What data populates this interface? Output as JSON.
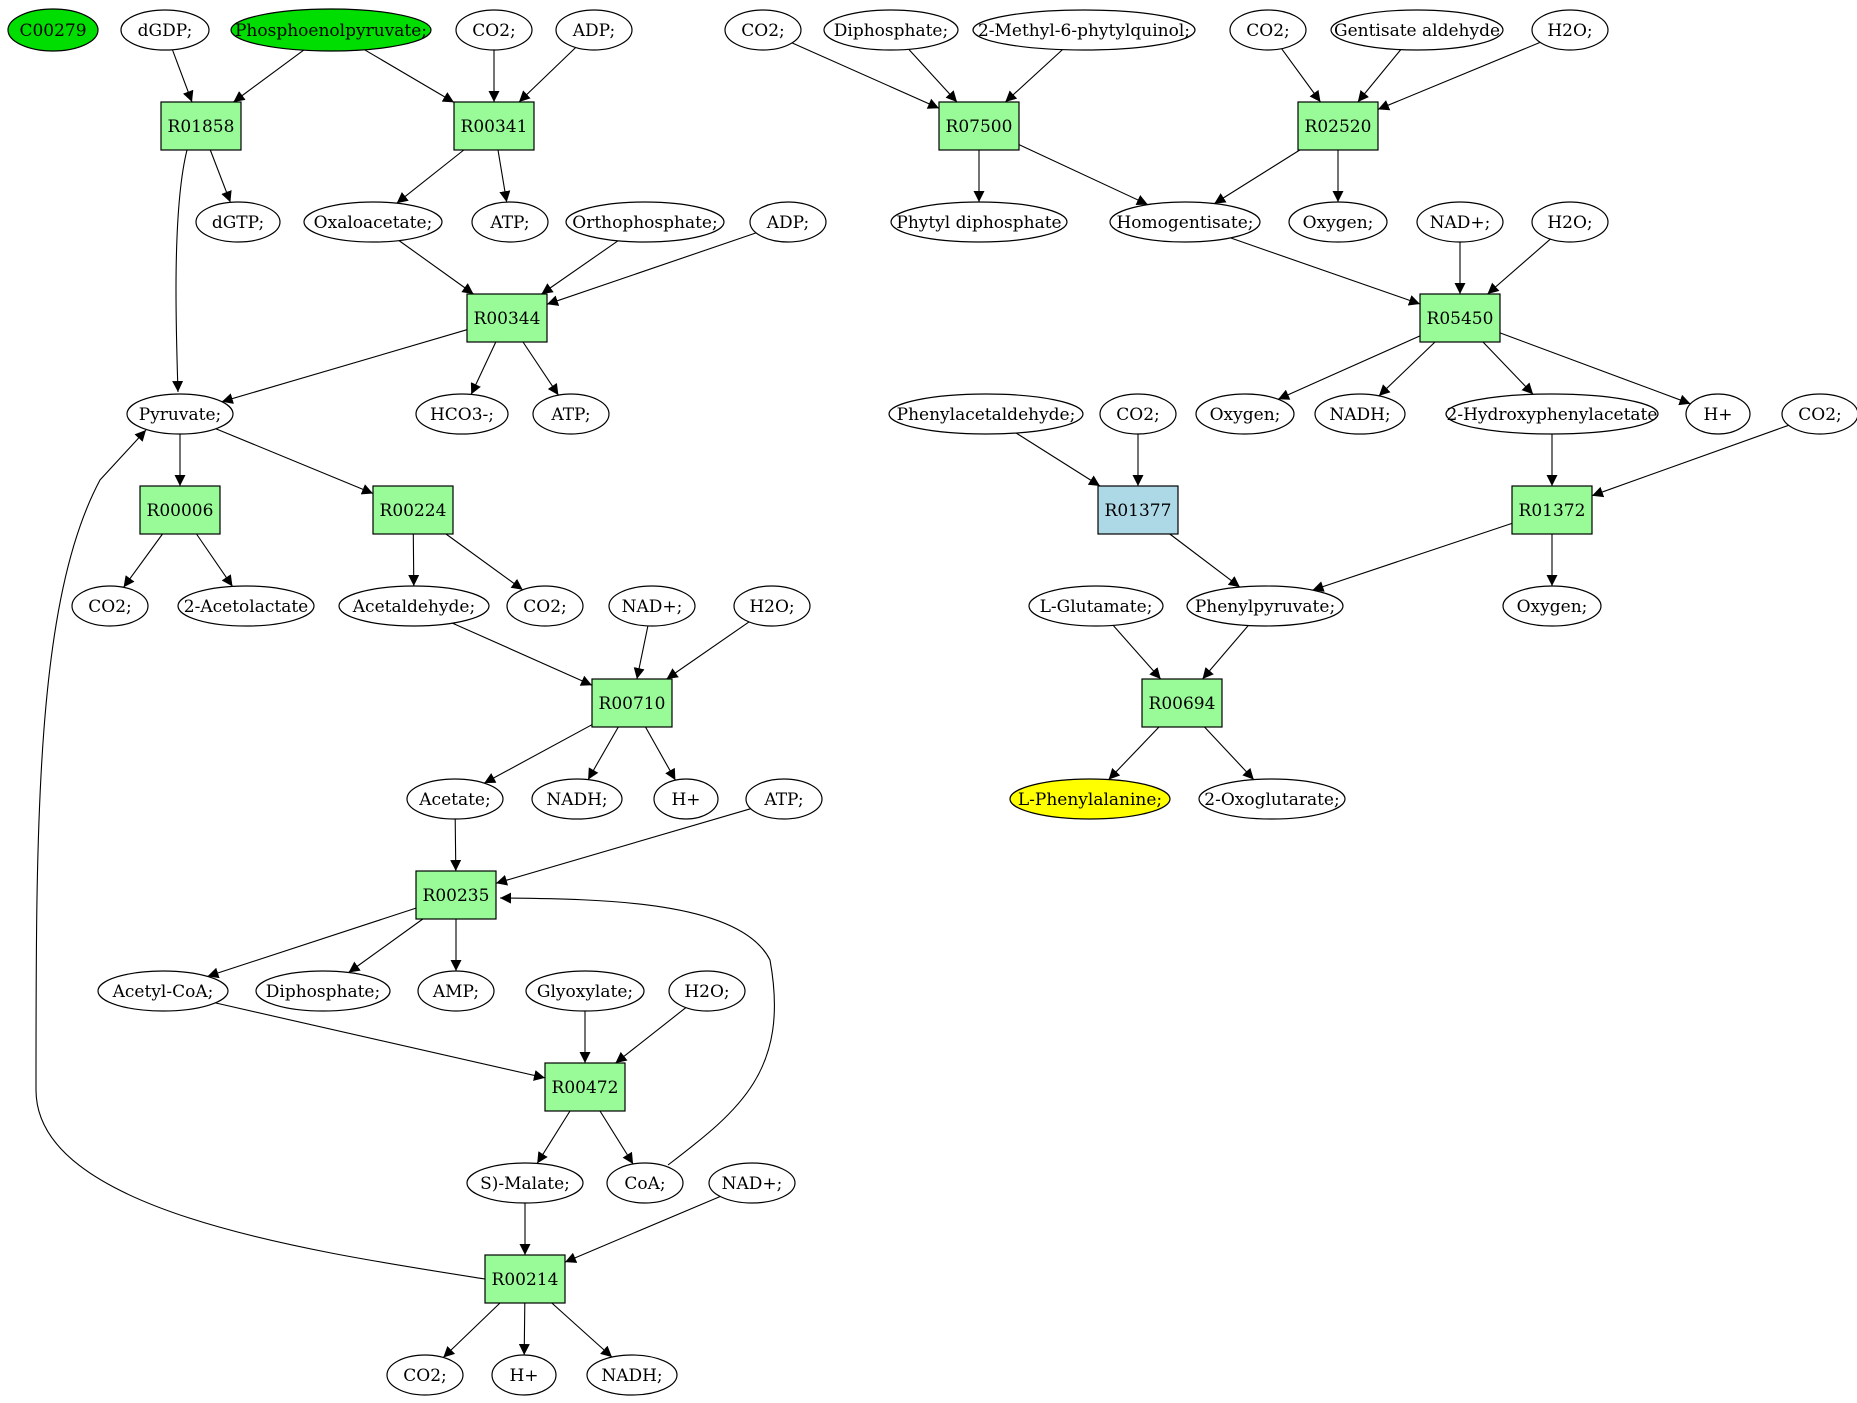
{
  "colors": {
    "reaction": "#98fb98",
    "reaction_highlight": "#add8e6",
    "compound": "#ffffff",
    "compound_start": "#00dd00",
    "compound_target": "#ffff00",
    "stroke": "#000000",
    "background": "#ffffff"
  },
  "nodes": [
    {
      "id": "c00279",
      "label": "C00279",
      "shape": "ellipse",
      "role": "start"
    },
    {
      "id": "dgdp",
      "label": "dGDP;",
      "shape": "ellipse",
      "role": "compound"
    },
    {
      "id": "pep",
      "label": "Phosphoenolpyruvate;",
      "shape": "ellipse",
      "role": "start"
    },
    {
      "id": "co2_a",
      "label": "CO2;",
      "shape": "ellipse",
      "role": "compound"
    },
    {
      "id": "adp_a",
      "label": "ADP;",
      "shape": "ellipse",
      "role": "compound"
    },
    {
      "id": "r01858",
      "label": "R01858",
      "shape": "box",
      "role": "reaction"
    },
    {
      "id": "r00341",
      "label": "R00341",
      "shape": "box",
      "role": "reaction"
    },
    {
      "id": "dgtp",
      "label": "dGTP;",
      "shape": "ellipse",
      "role": "compound"
    },
    {
      "id": "oxaloacetate",
      "label": "Oxaloacetate;",
      "shape": "ellipse",
      "role": "compound"
    },
    {
      "id": "atp_a",
      "label": "ATP;",
      "shape": "ellipse",
      "role": "compound"
    },
    {
      "id": "orthophosphate",
      "label": "Orthophosphate;",
      "shape": "ellipse",
      "role": "compound"
    },
    {
      "id": "adp_b",
      "label": "ADP;",
      "shape": "ellipse",
      "role": "compound"
    },
    {
      "id": "r00344",
      "label": "R00344",
      "shape": "box",
      "role": "reaction"
    },
    {
      "id": "pyruvate",
      "label": "Pyruvate;",
      "shape": "ellipse",
      "role": "compound"
    },
    {
      "id": "hco3",
      "label": "HCO3-;",
      "shape": "ellipse",
      "role": "compound"
    },
    {
      "id": "atp_b",
      "label": "ATP;",
      "shape": "ellipse",
      "role": "compound"
    },
    {
      "id": "r00006",
      "label": "R00006",
      "shape": "box",
      "role": "reaction"
    },
    {
      "id": "r00224",
      "label": "R00224",
      "shape": "box",
      "role": "reaction"
    },
    {
      "id": "co2_b",
      "label": "CO2;",
      "shape": "ellipse",
      "role": "compound"
    },
    {
      "id": "acetolactate",
      "label": "2-Acetolactate",
      "shape": "ellipse",
      "role": "compound"
    },
    {
      "id": "acetaldehyde",
      "label": "Acetaldehyde;",
      "shape": "ellipse",
      "role": "compound"
    },
    {
      "id": "co2_c",
      "label": "CO2;",
      "shape": "ellipse",
      "role": "compound"
    },
    {
      "id": "nad_a",
      "label": "NAD+;",
      "shape": "ellipse",
      "role": "compound"
    },
    {
      "id": "h2o_a",
      "label": "H2O;",
      "shape": "ellipse",
      "role": "compound"
    },
    {
      "id": "r00710",
      "label": "R00710",
      "shape": "box",
      "role": "reaction"
    },
    {
      "id": "acetate",
      "label": "Acetate;",
      "shape": "ellipse",
      "role": "compound"
    },
    {
      "id": "nadh_a",
      "label": "NADH;",
      "shape": "ellipse",
      "role": "compound"
    },
    {
      "id": "hplus_a",
      "label": "H+",
      "shape": "ellipse",
      "role": "compound"
    },
    {
      "id": "atp_c",
      "label": "ATP;",
      "shape": "ellipse",
      "role": "compound"
    },
    {
      "id": "r00235",
      "label": "R00235",
      "shape": "box",
      "role": "reaction"
    },
    {
      "id": "acetylcoa",
      "label": "Acetyl-CoA;",
      "shape": "ellipse",
      "role": "compound"
    },
    {
      "id": "diphosphate_a",
      "label": "Diphosphate;",
      "shape": "ellipse",
      "role": "compound"
    },
    {
      "id": "amp",
      "label": "AMP;",
      "shape": "ellipse",
      "role": "compound"
    },
    {
      "id": "glyoxylate",
      "label": "Glyoxylate;",
      "shape": "ellipse",
      "role": "compound"
    },
    {
      "id": "h2o_b",
      "label": "H2O;",
      "shape": "ellipse",
      "role": "compound"
    },
    {
      "id": "r00472",
      "label": "R00472",
      "shape": "box",
      "role": "reaction"
    },
    {
      "id": "smalate",
      "label": "S)-Malate;",
      "shape": "ellipse",
      "role": "compound"
    },
    {
      "id": "coa",
      "label": "CoA;",
      "shape": "ellipse",
      "role": "compound"
    },
    {
      "id": "nad_b",
      "label": "NAD+;",
      "shape": "ellipse",
      "role": "compound"
    },
    {
      "id": "r00214",
      "label": "R00214",
      "shape": "box",
      "role": "reaction"
    },
    {
      "id": "co2_d",
      "label": "CO2;",
      "shape": "ellipse",
      "role": "compound"
    },
    {
      "id": "hplus_b",
      "label": "H+",
      "shape": "ellipse",
      "role": "compound"
    },
    {
      "id": "nadh_b",
      "label": "NADH;",
      "shape": "ellipse",
      "role": "compound"
    },
    {
      "id": "co2_e",
      "label": "CO2;",
      "shape": "ellipse",
      "role": "compound"
    },
    {
      "id": "diphosphate_b",
      "label": "Diphosphate;",
      "shape": "ellipse",
      "role": "compound"
    },
    {
      "id": "methylphytylquinol",
      "label": "2-Methyl-6-phytylquinol;",
      "shape": "ellipse",
      "role": "compound"
    },
    {
      "id": "co2_f",
      "label": "CO2;",
      "shape": "ellipse",
      "role": "compound"
    },
    {
      "id": "gentisate",
      "label": "Gentisate aldehyde",
      "shape": "ellipse",
      "role": "compound"
    },
    {
      "id": "h2o_c",
      "label": "H2O;",
      "shape": "ellipse",
      "role": "compound"
    },
    {
      "id": "r07500",
      "label": "R07500",
      "shape": "box",
      "role": "reaction"
    },
    {
      "id": "r02520",
      "label": "R02520",
      "shape": "box",
      "role": "reaction"
    },
    {
      "id": "phytyldp",
      "label": "Phytyl diphosphate",
      "shape": "ellipse",
      "role": "compound"
    },
    {
      "id": "homogentisate",
      "label": "Homogentisate;",
      "shape": "ellipse",
      "role": "compound"
    },
    {
      "id": "oxygen_a",
      "label": "Oxygen;",
      "shape": "ellipse",
      "role": "compound"
    },
    {
      "id": "nad_c",
      "label": "NAD+;",
      "shape": "ellipse",
      "role": "compound"
    },
    {
      "id": "h2o_d",
      "label": "H2O;",
      "shape": "ellipse",
      "role": "compound"
    },
    {
      "id": "r05450",
      "label": "R05450",
      "shape": "box",
      "role": "reaction"
    },
    {
      "id": "phenylacetaldehyde",
      "label": "Phenylacetaldehyde;",
      "shape": "ellipse",
      "role": "compound"
    },
    {
      "id": "co2_g",
      "label": "CO2;",
      "shape": "ellipse",
      "role": "compound"
    },
    {
      "id": "oxygen_b",
      "label": "Oxygen;",
      "shape": "ellipse",
      "role": "compound"
    },
    {
      "id": "nadh_c",
      "label": "NADH;",
      "shape": "ellipse",
      "role": "compound"
    },
    {
      "id": "hydroxyphenylacetate",
      "label": "2-Hydroxyphenylacetate",
      "shape": "ellipse",
      "role": "compound"
    },
    {
      "id": "hplus_c",
      "label": "H+",
      "shape": "ellipse",
      "role": "compound"
    },
    {
      "id": "co2_h",
      "label": "CO2;",
      "shape": "ellipse",
      "role": "compound"
    },
    {
      "id": "r01377",
      "label": "R01377",
      "shape": "box",
      "role": "reaction_highlight"
    },
    {
      "id": "r01372",
      "label": "R01372",
      "shape": "box",
      "role": "reaction"
    },
    {
      "id": "lglutamate",
      "label": "L-Glutamate;",
      "shape": "ellipse",
      "role": "compound"
    },
    {
      "id": "phenylpyruvate",
      "label": "Phenylpyruvate;",
      "shape": "ellipse",
      "role": "compound"
    },
    {
      "id": "oxygen_c",
      "label": "Oxygen;",
      "shape": "ellipse",
      "role": "compound"
    },
    {
      "id": "r00694",
      "label": "R00694",
      "shape": "box",
      "role": "reaction"
    },
    {
      "id": "lphenylalanine",
      "label": "L-Phenylalanine;",
      "shape": "ellipse",
      "role": "target"
    },
    {
      "id": "oxoglutarate",
      "label": "2-Oxoglutarate;",
      "shape": "ellipse",
      "role": "compound"
    }
  ],
  "edges": [
    [
      "dgdp",
      "r01858"
    ],
    [
      "pep",
      "r01858"
    ],
    [
      "pep",
      "r00341"
    ],
    [
      "co2_a",
      "r00341"
    ],
    [
      "adp_a",
      "r00341"
    ],
    [
      "r01858",
      "dgtp"
    ],
    [
      "r01858",
      "pyruvate"
    ],
    [
      "r00341",
      "oxaloacetate"
    ],
    [
      "r00341",
      "atp_a"
    ],
    [
      "oxaloacetate",
      "r00344"
    ],
    [
      "orthophosphate",
      "r00344"
    ],
    [
      "adp_b",
      "r00344"
    ],
    [
      "r00344",
      "pyruvate"
    ],
    [
      "r00344",
      "hco3"
    ],
    [
      "r00344",
      "atp_b"
    ],
    [
      "pyruvate",
      "r00006"
    ],
    [
      "pyruvate",
      "r00224"
    ],
    [
      "r00006",
      "co2_b"
    ],
    [
      "r00006",
      "acetolactate"
    ],
    [
      "r00224",
      "acetaldehyde"
    ],
    [
      "r00224",
      "co2_c"
    ],
    [
      "acetaldehyde",
      "r00710"
    ],
    [
      "nad_a",
      "r00710"
    ],
    [
      "h2o_a",
      "r00710"
    ],
    [
      "r00710",
      "acetate"
    ],
    [
      "r00710",
      "nadh_a"
    ],
    [
      "r00710",
      "hplus_a"
    ],
    [
      "acetate",
      "r00235"
    ],
    [
      "atp_c",
      "r00235"
    ],
    [
      "r00235",
      "acetylcoa"
    ],
    [
      "r00235",
      "diphosphate_a"
    ],
    [
      "r00235",
      "amp"
    ],
    [
      "acetylcoa",
      "r00472"
    ],
    [
      "glyoxylate",
      "r00472"
    ],
    [
      "h2o_b",
      "r00472"
    ],
    [
      "r00472",
      "smalate"
    ],
    [
      "r00472",
      "coa"
    ],
    [
      "coa",
      "r00235"
    ],
    [
      "smalate",
      "r00214"
    ],
    [
      "nad_b",
      "r00214"
    ],
    [
      "r00214",
      "co2_d"
    ],
    [
      "r00214",
      "hplus_b"
    ],
    [
      "r00214",
      "nadh_b"
    ],
    [
      "r00214",
      "pyruvate"
    ],
    [
      "co2_e",
      "r07500"
    ],
    [
      "diphosphate_b",
      "r07500"
    ],
    [
      "methylphytylquinol",
      "r07500"
    ],
    [
      "co2_f",
      "r02520"
    ],
    [
      "gentisate",
      "r02520"
    ],
    [
      "h2o_c",
      "r02520"
    ],
    [
      "r07500",
      "phytyldp"
    ],
    [
      "r07500",
      "homogentisate"
    ],
    [
      "r02520",
      "homogentisate"
    ],
    [
      "r02520",
      "oxygen_a"
    ],
    [
      "homogentisate",
      "r05450"
    ],
    [
      "nad_c",
      "r05450"
    ],
    [
      "h2o_d",
      "r05450"
    ],
    [
      "r05450",
      "oxygen_b"
    ],
    [
      "r05450",
      "nadh_c"
    ],
    [
      "r05450",
      "hydroxyphenylacetate"
    ],
    [
      "r05450",
      "hplus_c"
    ],
    [
      "phenylacetaldehyde",
      "r01377"
    ],
    [
      "co2_g",
      "r01377"
    ],
    [
      "hydroxyphenylacetate",
      "r01372"
    ],
    [
      "co2_h",
      "r01372"
    ],
    [
      "r01377",
      "phenylpyruvate"
    ],
    [
      "r01372",
      "phenylpyruvate"
    ],
    [
      "r01372",
      "oxygen_c"
    ],
    [
      "lglutamate",
      "r00694"
    ],
    [
      "phenylpyruvate",
      "r00694"
    ],
    [
      "r00694",
      "lphenylalanine"
    ],
    [
      "r00694",
      "oxoglutarate"
    ]
  ]
}
